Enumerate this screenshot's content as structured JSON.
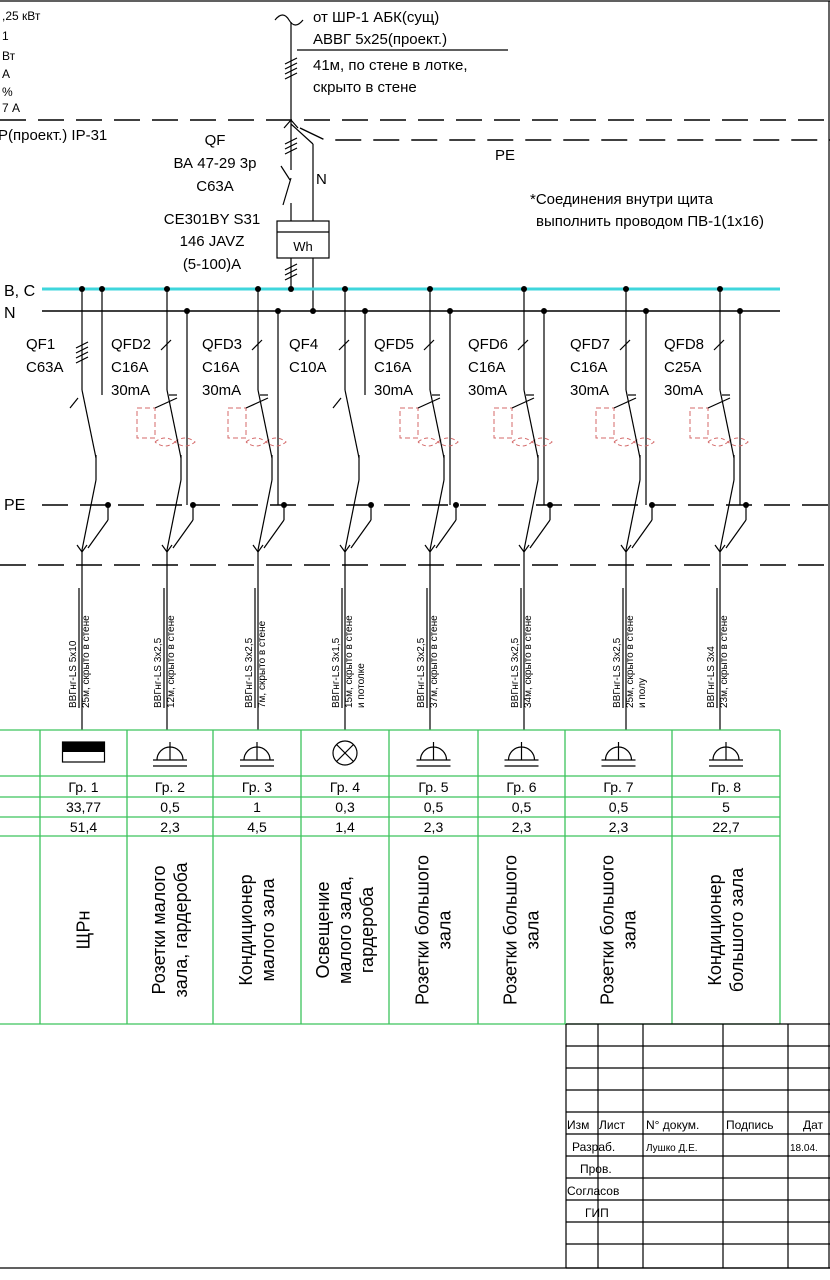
{
  "left_clipped": [
    ",25 кВт",
    "1",
    "Вт",
    "А",
    "%",
    "7 А",
    "Р(проект.) IP-31"
  ],
  "feed": {
    "line1": "от ШР-1 АБК(сущ)",
    "line2": "АВВГ 5х25(проект.)",
    "line3": "41м, по стене в лотке,",
    "line4": "скрыто в стене"
  },
  "main_breaker": {
    "name": "QF",
    "type": "ВА 47-29 3р",
    "rating": "С63А"
  },
  "meter": {
    "model": "СЕ301BY S31",
    "model2": "146 JAVZ",
    "range": "(5-100)А",
    "symbol": "Wh"
  },
  "labels": {
    "n_mark": "N",
    "pe_top": "PE",
    "bus_bc": "В, С",
    "bus_n": "N",
    "pe_left": "PE"
  },
  "note": {
    "line1": "*Соединения внутри щита",
    "line2": "выполнить проводом ПВ-1(1х16)"
  },
  "breakers": [
    {
      "name": "QF1",
      "rating": "С63А",
      "rcd": ""
    },
    {
      "name": "QFD2",
      "rating": "С16А",
      "rcd": "30mA"
    },
    {
      "name": "QFD3",
      "rating": "С16А",
      "rcd": "30mA"
    },
    {
      "name": "QF4",
      "rating": "С10А",
      "rcd": ""
    },
    {
      "name": "QFD5",
      "rating": "С16А",
      "rcd": "30mA"
    },
    {
      "name": "QFD6",
      "rating": "С16А",
      "rcd": "30mA"
    },
    {
      "name": "QFD7",
      "rating": "С16А",
      "rcd": "30mA"
    },
    {
      "name": "QFD8",
      "rating": "С25А",
      "rcd": "30mA"
    }
  ],
  "cables": [
    {
      "c1": "ВВГнг-LS 5х10",
      "c2": "25м, скрыто в стене",
      "c3": ""
    },
    {
      "c1": "ВВГнг-LS 3х2,5",
      "c2": "12м, скрыто в стене",
      "c3": ""
    },
    {
      "c1": "ВВГнг-LS 3х2,5",
      "c2": "7м, скрыто в стене",
      "c3": ""
    },
    {
      "c1": "ВВГнг-LS 3х1,5",
      "c2": "15м, скрыто в стене",
      "c3": "и потолке"
    },
    {
      "c1": "ВВГнг-LS 3х2,5",
      "c2": "37м, скрыто в стене",
      "c3": ""
    },
    {
      "c1": "ВВГнг-LS 3х2,5",
      "c2": "34м, скрыто в стене",
      "c3": ""
    },
    {
      "c1": "ВВГнг-LS 3х2,5",
      "c2": "25м, скрыто в стене",
      "c3": "и полу"
    },
    {
      "c1": "ВВГнг-LS 3х4",
      "c2": "23м, скрыто в стене",
      "c3": ""
    }
  ],
  "groups": [
    {
      "icon": "panel",
      "group": "Гр. 1",
      "power": "33,77",
      "current": "51,4",
      "desc": [
        "ЩРн"
      ]
    },
    {
      "icon": "socket",
      "group": "Гр. 2",
      "power": "0,5",
      "current": "2,3",
      "desc": [
        "Розетки малого",
        "зала, гардероба"
      ]
    },
    {
      "icon": "socket",
      "group": "Гр. 3",
      "power": "1",
      "current": "4,5",
      "desc": [
        "Кондиционер",
        "малого зала"
      ]
    },
    {
      "icon": "lamp",
      "group": "Гр. 4",
      "power": "0,3",
      "current": "1,4",
      "desc": [
        "Освещение",
        "малого зала,",
        "гардероба"
      ]
    },
    {
      "icon": "socket",
      "group": "Гр. 5",
      "power": "0,5",
      "current": "2,3",
      "desc": [
        "Розетки большого",
        "зала"
      ]
    },
    {
      "icon": "socket",
      "group": "Гр. 6",
      "power": "0,5",
      "current": "2,3",
      "desc": [
        "Розетки большого",
        "зала"
      ]
    },
    {
      "icon": "socket",
      "group": "Гр. 7",
      "power": "0,5",
      "current": "2,3",
      "desc": [
        "Розетки большого",
        "зала"
      ]
    },
    {
      "icon": "socket",
      "group": "Гр. 8",
      "power": "5",
      "current": "22,7",
      "desc": [
        "Кондиционер",
        "большого зала"
      ]
    }
  ],
  "stamp": {
    "h_izm": "Изм",
    "h_list": "Лист",
    "h_doc": "N° докум.",
    "h_sign": "Подпись",
    "h_date": "Дат",
    "razrab": "Разраб.",
    "razrab_name": "Лушко Д.Е.",
    "razrab_date": "18.04.",
    "prov": "Пров.",
    "soglas": "Согласов",
    "gip": "ГИП"
  },
  "colors": {
    "bus_bc": "#3fd6dc",
    "table": "#3cc45c",
    "rcd": "#d46a6a"
  }
}
